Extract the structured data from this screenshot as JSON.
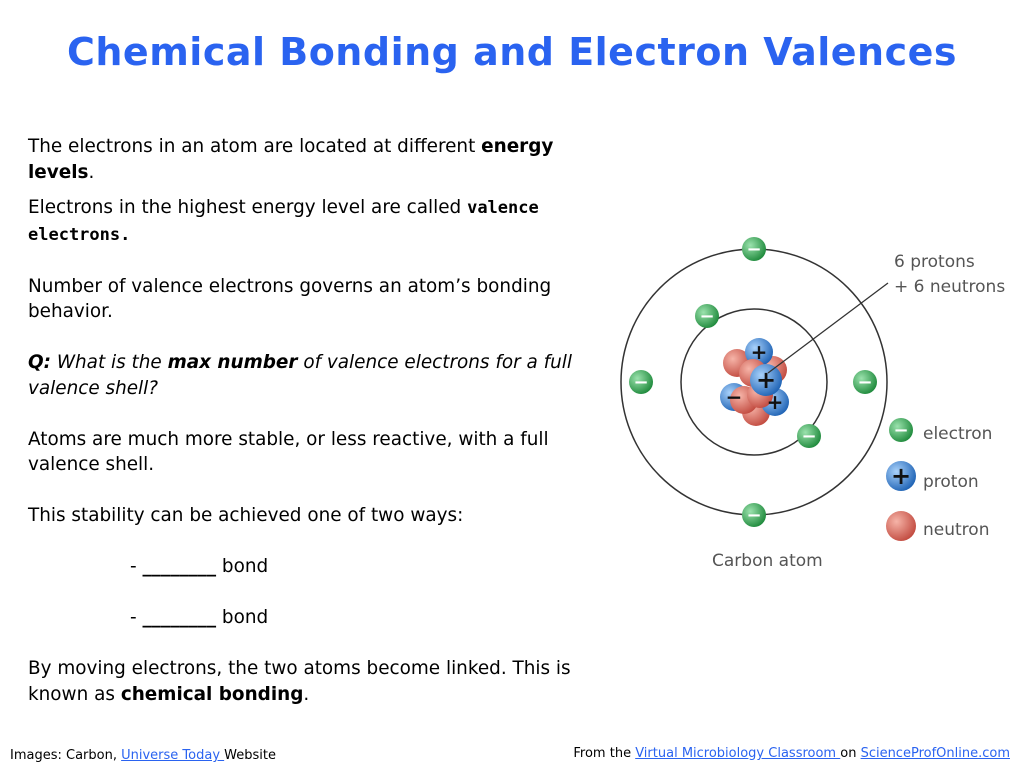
{
  "title": "Chemical Bonding and Electron Valences",
  "paragraphs": {
    "p1_text": "The electrons in an atom are located at different ",
    "p1_bold": "energy levels",
    "p1_end": ".",
    "p2_text": "Electrons in the highest energy level are called ",
    "p2_bold": "valence electrons.",
    "p3_text": "Number of valence electrons governs an atom’s bonding behavior.",
    "q_label": "Q:",
    "q_text1": " What is the ",
    "q_bold": "max number",
    "q_text2": " of valence electrons for a full valence shell?",
    "p4_text": "Atoms are much more stable, or less reactive, with a full valence shell.",
    "p5_text": "This stability can be achieved one of two ways:",
    "bond1_dash": "- ",
    "bond1_blank": "________",
    "bond1_word": " bond",
    "bond2_dash": "- ",
    "bond2_blank": "________",
    "bond2_word": " bond",
    "p6_text": "By moving electrons, the two atoms become linked. This is known as ",
    "p6_bold": "chemical bonding",
    "p6_end": "."
  },
  "diagram": {
    "caption": "Carbon atom",
    "nucleus_label_1": "6 protons",
    "nucleus_label_2": "+ 6 neutrons",
    "legend": {
      "electron": "electron",
      "proton": "proton",
      "neutron": "neutron"
    },
    "electron_symbol": "−",
    "proton_symbol": "+",
    "colors": {
      "electron": "#2fa84f",
      "proton": "#2f7fd6",
      "neutron": "#d9645a",
      "orbit": "#333333",
      "label_text": "#555555"
    }
  },
  "footer": {
    "left_prefix": "Images: Carbon, ",
    "left_link": "Universe Today ",
    "left_suffix": "Website",
    "right_prefix": "From the ",
    "right_link1": "Virtual Microbiology Classroom ",
    "right_mid": "on ",
    "right_link2": "ScienceProfOnline.com"
  }
}
